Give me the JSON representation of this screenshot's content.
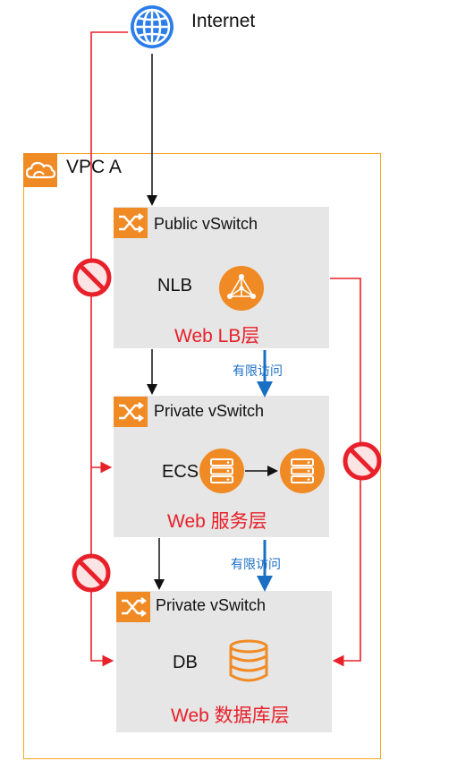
{
  "internet": {
    "label": "Internet",
    "icon": "globe-icon"
  },
  "vpc": {
    "label": "VPC A",
    "icon": "cloud-icon"
  },
  "zones": [
    {
      "title": "Public vSwitch",
      "component": "NLB",
      "tier": "Web LB层",
      "component_icon": "load-balancer-icon"
    },
    {
      "title": "Private vSwitch",
      "component": "ECS",
      "tier": "Web 服务层",
      "component_icon": "server-icon"
    },
    {
      "title": "Private vSwitch",
      "component": "DB",
      "tier": "Web 数据库层",
      "component_icon": "database-icon"
    }
  ],
  "access_labels": [
    "有限访问",
    "有限访问"
  ],
  "colors": {
    "accent": "#f08a24",
    "deny": "#e8202a",
    "access": "#1a6fc4",
    "zone_bg": "#e6e6e6",
    "globe": "#2b7de9"
  }
}
